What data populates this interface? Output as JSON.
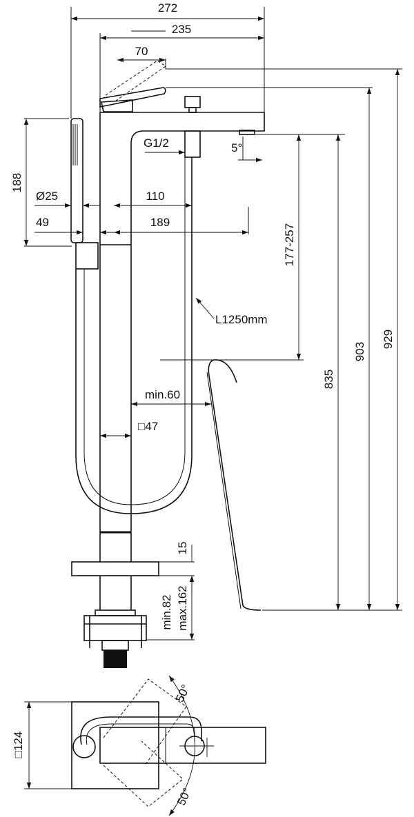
{
  "dimensions": {
    "overall_width": "272",
    "body_width": "235",
    "lever_width": "70",
    "connection_thread": "G1/2",
    "spout_angle": "5°",
    "hand_shower_length": "188",
    "hand_shower_diameter": "Ø25",
    "hose_offset": "110",
    "holder_offset": "49",
    "spout_projection": "189",
    "outlet_height_range": "177-257",
    "hose_length": "L1250mm",
    "tub_clearance": "min.60",
    "column_square": "□47",
    "collar_height": "15",
    "floor_depth_min": "min.82",
    "floor_depth_max": "max.162",
    "rim_height": "835",
    "outlet_height": "903",
    "total_height": "929",
    "plate_square": "□124",
    "rotation_angle_upper": "50°",
    "rotation_angle_lower": "50°"
  }
}
